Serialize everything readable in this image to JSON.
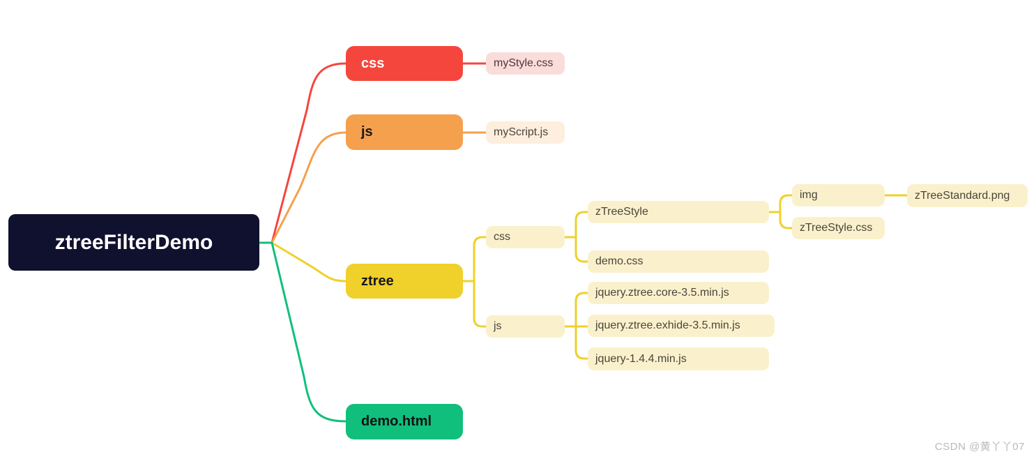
{
  "diagram": {
    "root": {
      "label": "ztreeFilterDemo"
    },
    "branches": [
      {
        "label": "css",
        "color": "#f5463d",
        "children": [
          {
            "label": "myStyle.css"
          }
        ]
      },
      {
        "label": "js",
        "color": "#f5a04c",
        "children": [
          {
            "label": "myScript.js"
          }
        ]
      },
      {
        "label": "ztree",
        "color": "#f0d02a",
        "children": [
          {
            "label": "css",
            "children": [
              {
                "label": "zTreeStyle",
                "children": [
                  {
                    "label": "img",
                    "children": [
                      {
                        "label": "zTreeStandard.png"
                      }
                    ]
                  },
                  {
                    "label": "zTreeStyle.css"
                  }
                ]
              },
              {
                "label": "demo.css"
              }
            ]
          },
          {
            "label": "js",
            "children": [
              {
                "label": "jquery.ztree.core-3.5.min.js"
              },
              {
                "label": "jquery.ztree.exhide-3.5.min.js"
              },
              {
                "label": "jquery-1.4.4.min.js"
              }
            ]
          }
        ]
      },
      {
        "label": "demo.html",
        "color": "#10bf7c"
      }
    ],
    "palette": {
      "root_bg": "#10102f",
      "red": "#f5463d",
      "red_light": "#fadcda",
      "orange": "#f5a04c",
      "orange_light": "#fdeedd",
      "yellow": "#f0d02a",
      "yellow_light": "#faf1cc",
      "green": "#10bf7c"
    },
    "watermark": "CSDN @黄丫丫07"
  }
}
